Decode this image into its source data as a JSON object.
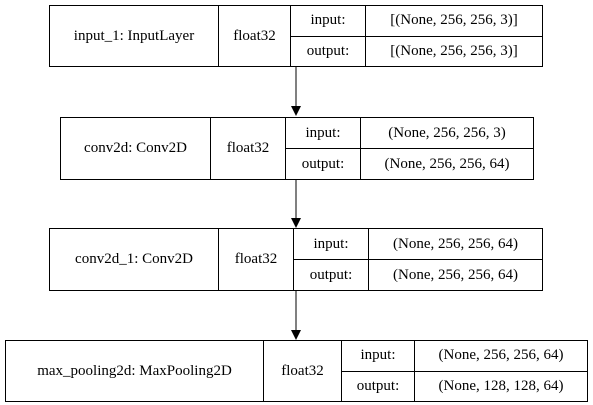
{
  "layers": [
    {
      "name": "input_1: InputLayer",
      "dtype": "float32",
      "input_label": "input:",
      "output_label": "output:",
      "input_shape": "[(None, 256, 256, 3)]",
      "output_shape": "[(None, 256, 256, 3)]"
    },
    {
      "name": "conv2d: Conv2D",
      "dtype": "float32",
      "input_label": "input:",
      "output_label": "output:",
      "input_shape": "(None, 256, 256, 3)",
      "output_shape": "(None, 256, 256, 64)"
    },
    {
      "name": "conv2d_1: Conv2D",
      "dtype": "float32",
      "input_label": "input:",
      "output_label": "output:",
      "input_shape": "(None, 256, 256, 64)",
      "output_shape": "(None, 256, 256, 64)"
    },
    {
      "name": "max_pooling2d: MaxPooling2D",
      "dtype": "float32",
      "input_label": "input:",
      "output_label": "output:",
      "input_shape": "(None, 256, 256, 64)",
      "output_shape": "(None, 128, 128, 64)"
    }
  ]
}
